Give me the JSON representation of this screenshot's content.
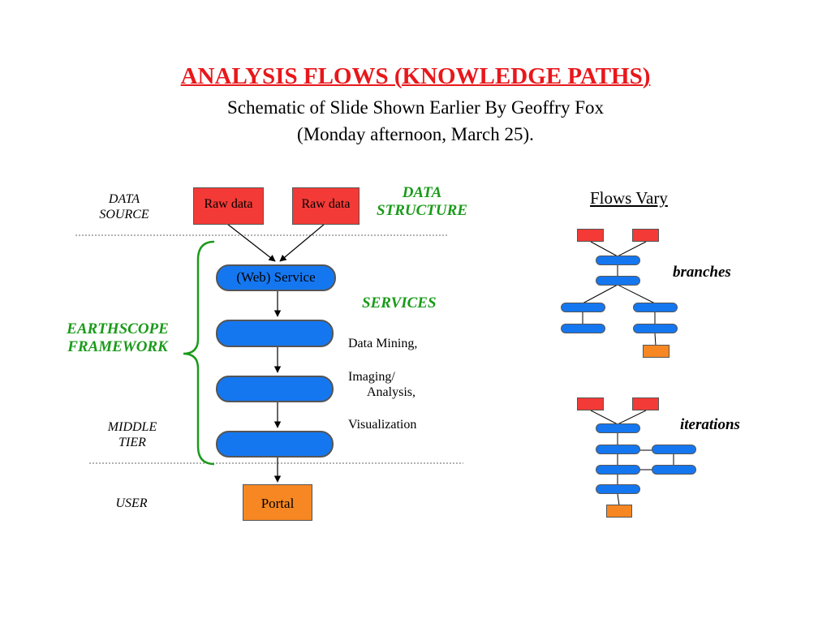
{
  "slide": {
    "title": "ANALYSIS FLOWS (KNOWLEDGE PATHS)",
    "subtitle_line1": "Schematic of Slide Shown Earlier By Geoffry Fox",
    "subtitle_line2": "(Monday afternoon, March 25)."
  },
  "left_labels": {
    "data_source_1": "DATA",
    "data_source_2": "SOURCE",
    "middle_tier_1": "MIDDLE",
    "middle_tier_2": "TIER",
    "user": "USER",
    "earthscope_1": "EARTHSCOPE",
    "earthscope_2": "FRAMEWORK"
  },
  "diagram": {
    "raw_data_1": "Raw data",
    "raw_data_2": "Raw data",
    "web_service": "(Web) Service",
    "portal": "Portal",
    "data_structure_1": "DATA",
    "data_structure_2": "STRUCTURE",
    "services": "SERVICES",
    "service_list": {
      "item1": "Data Mining,",
      "item2a": "Imaging/",
      "item2b": "Analysis,",
      "item3": "Visualization"
    }
  },
  "side": {
    "heading": "Flows Vary",
    "branches": "branches",
    "iterations": "iterations"
  },
  "colors": {
    "title_red": "#e8171b",
    "framework_green": "#1a9a1a",
    "raw_red": "#f43a36",
    "service_blue": "#1577f0",
    "portal_orange": "#f68722"
  }
}
